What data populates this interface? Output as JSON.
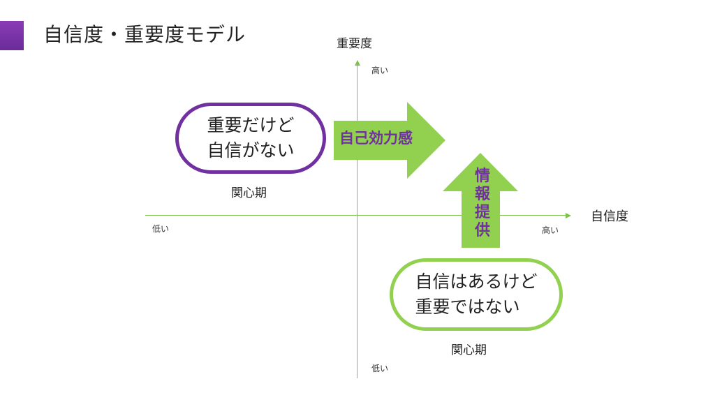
{
  "title": "自信度・重要度モデル",
  "axes": {
    "y_name": "重要度",
    "x_name": "自信度",
    "y_high": "高い",
    "y_low": "低い",
    "x_low": "低い",
    "x_high": "高い"
  },
  "quadrant_top_left": {
    "lines": [
      "重要だけど",
      "自信がない"
    ],
    "stage": "関心期"
  },
  "quadrant_bottom_right": {
    "lines": [
      "自信はあるけど",
      "重要ではない"
    ],
    "stage": "関心期"
  },
  "arrows": {
    "right_label": "自己効力感",
    "up_label_chars": [
      "情",
      "報",
      "提",
      "供"
    ]
  },
  "colors": {
    "purple": "#7030a0",
    "green": "#92d050",
    "axis_green": "#7cc24a"
  }
}
